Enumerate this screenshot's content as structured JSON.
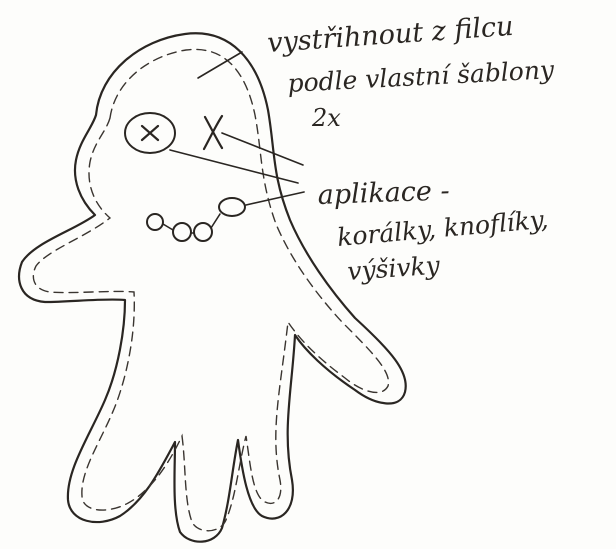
{
  "colors": {
    "ink": "#2a2622",
    "paper": "#fdfdfb"
  },
  "labels": {
    "cut_line1": "vystřihnout z filcu",
    "cut_line2": "podle vlastní šablony",
    "cut_line3": "2x",
    "app_line1": "aplikace -",
    "app_line2": "korálky, knoflíky,",
    "app_line3": "výšivky"
  }
}
